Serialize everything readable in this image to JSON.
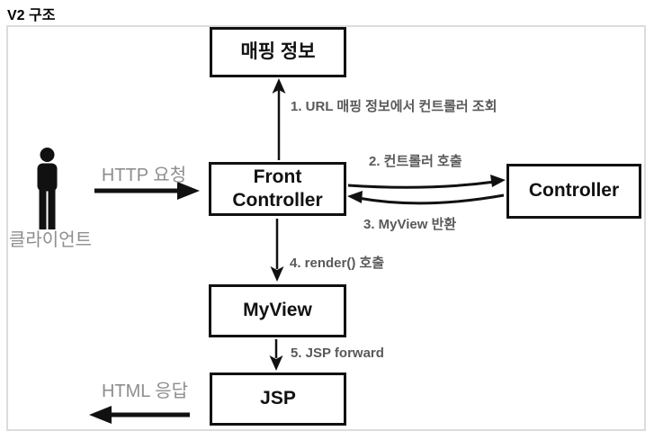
{
  "title": "V2 구조",
  "diagram": {
    "nodes": {
      "mapping": {
        "label": "매핑 정보"
      },
      "front_controller": {
        "label": "Front Controller"
      },
      "controller": {
        "label": "Controller"
      },
      "myview": {
        "label": "MyView"
      },
      "jsp": {
        "label": "JSP"
      }
    },
    "actor": {
      "label": "클라이언트"
    },
    "edges": {
      "http_request": {
        "label": "HTTP 요청"
      },
      "step1": {
        "label": "1. URL 매핑 정보에서 컨트롤러 조회"
      },
      "step2": {
        "label": "2. 컨트롤러 호출"
      },
      "step3": {
        "label": "3. MyView 반환"
      },
      "step4": {
        "label": "4. render() 호출"
      },
      "step5": {
        "label": "5. JSP forward"
      },
      "html_response": {
        "label": "HTML 응답"
      }
    },
    "colors": {
      "box_border": "#111111",
      "arrow": "#111111",
      "step_label_text": "#595959",
      "side_label_text": "#8e8e8e",
      "frame_border": "#dcdcdc"
    }
  }
}
